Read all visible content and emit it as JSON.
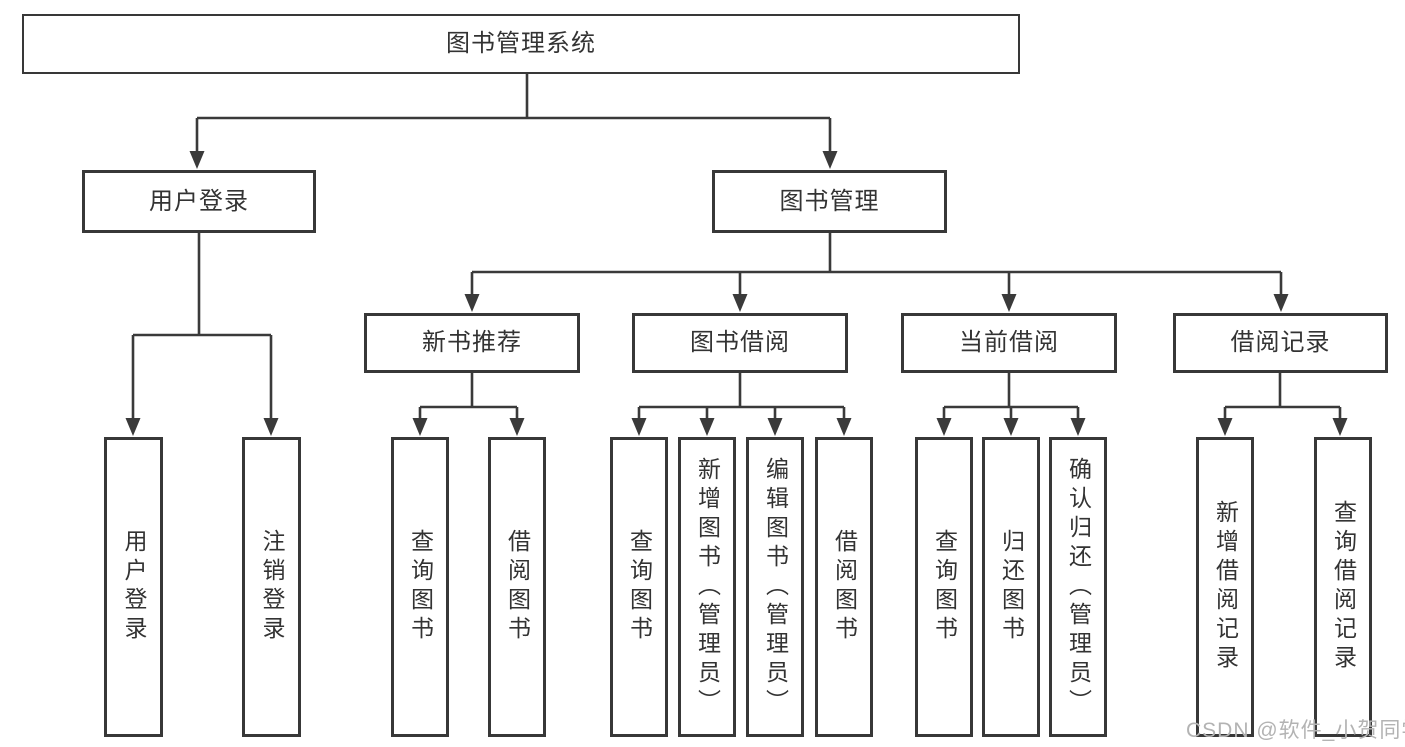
{
  "diagram_type": "hierarchy-tree",
  "colors": {
    "line": "#3a3a3a",
    "box_border": "#383838",
    "text": "#333333",
    "background": "#ffffff",
    "watermark": "#b3b3b3"
  },
  "tree": {
    "root": {
      "label": "图书管理系统"
    },
    "children": [
      {
        "label": "用户登录",
        "children": [
          {
            "label": "用户登录"
          },
          {
            "label": "注销登录"
          }
        ]
      },
      {
        "label": "图书管理",
        "children": [
          {
            "label": "新书推荐",
            "children": [
              {
                "label": "查询图书"
              },
              {
                "label": "借阅图书"
              }
            ]
          },
          {
            "label": "图书借阅",
            "children": [
              {
                "label": "查询图书"
              },
              {
                "label": "新增图书（管理员）"
              },
              {
                "label": "编辑图书（管理员）"
              },
              {
                "label": "借阅图书"
              }
            ]
          },
          {
            "label": "当前借阅",
            "children": [
              {
                "label": "查询图书"
              },
              {
                "label": "归还图书"
              },
              {
                "label": "确认归还（管理员）"
              }
            ]
          },
          {
            "label": "借阅记录",
            "children": [
              {
                "label": "新增借阅记录"
              },
              {
                "label": "查询借阅记录"
              }
            ]
          }
        ]
      }
    ]
  },
  "watermark": {
    "text": "CSDN @软件_小贺同学"
  }
}
